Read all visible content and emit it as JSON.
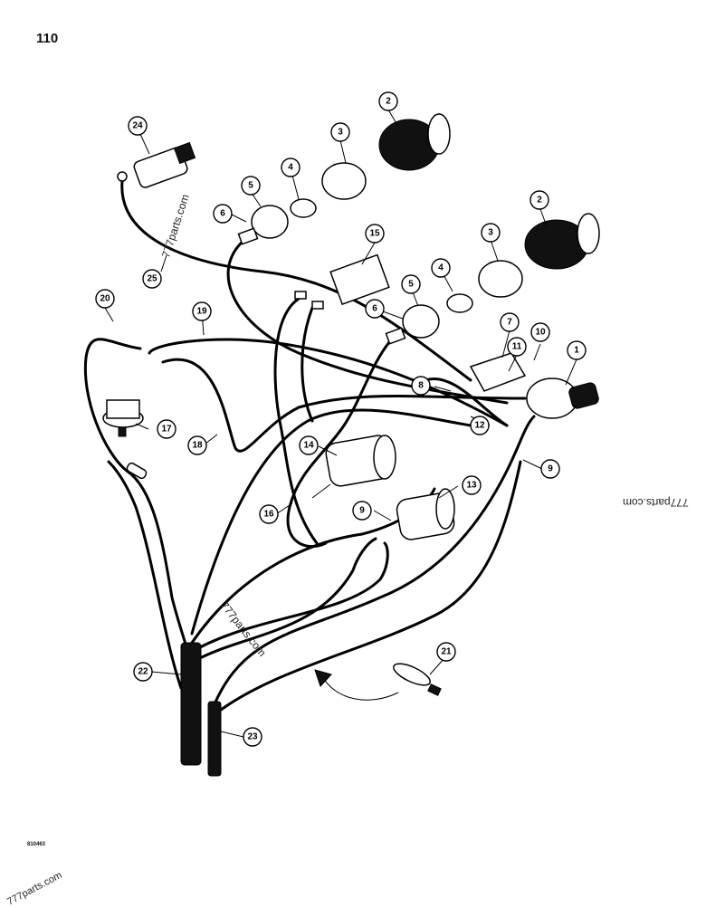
{
  "page_number": "110",
  "drawing_code": "810463",
  "watermarks": [
    "777parts.com",
    "777parts.com",
    "777parts.com",
    "777parts.com"
  ],
  "callouts": {
    "c1": "1",
    "c2a": "2",
    "c2b": "2",
    "c3a": "3",
    "c3b": "3",
    "c4a": "4",
    "c4b": "4",
    "c5a": "5",
    "c5b": "5",
    "c6a": "6",
    "c6b": "6",
    "c7": "7",
    "c8": "8",
    "c9a": "9",
    "c9b": "9",
    "c10": "10",
    "c11": "11",
    "c12": "12",
    "c13": "13",
    "c14": "14",
    "c15": "15",
    "c16": "16",
    "c17": "17",
    "c18": "18",
    "c19": "19",
    "c20": "20",
    "c21": "21",
    "c22": "22",
    "c23": "23",
    "c24": "24",
    "c25": "25"
  }
}
